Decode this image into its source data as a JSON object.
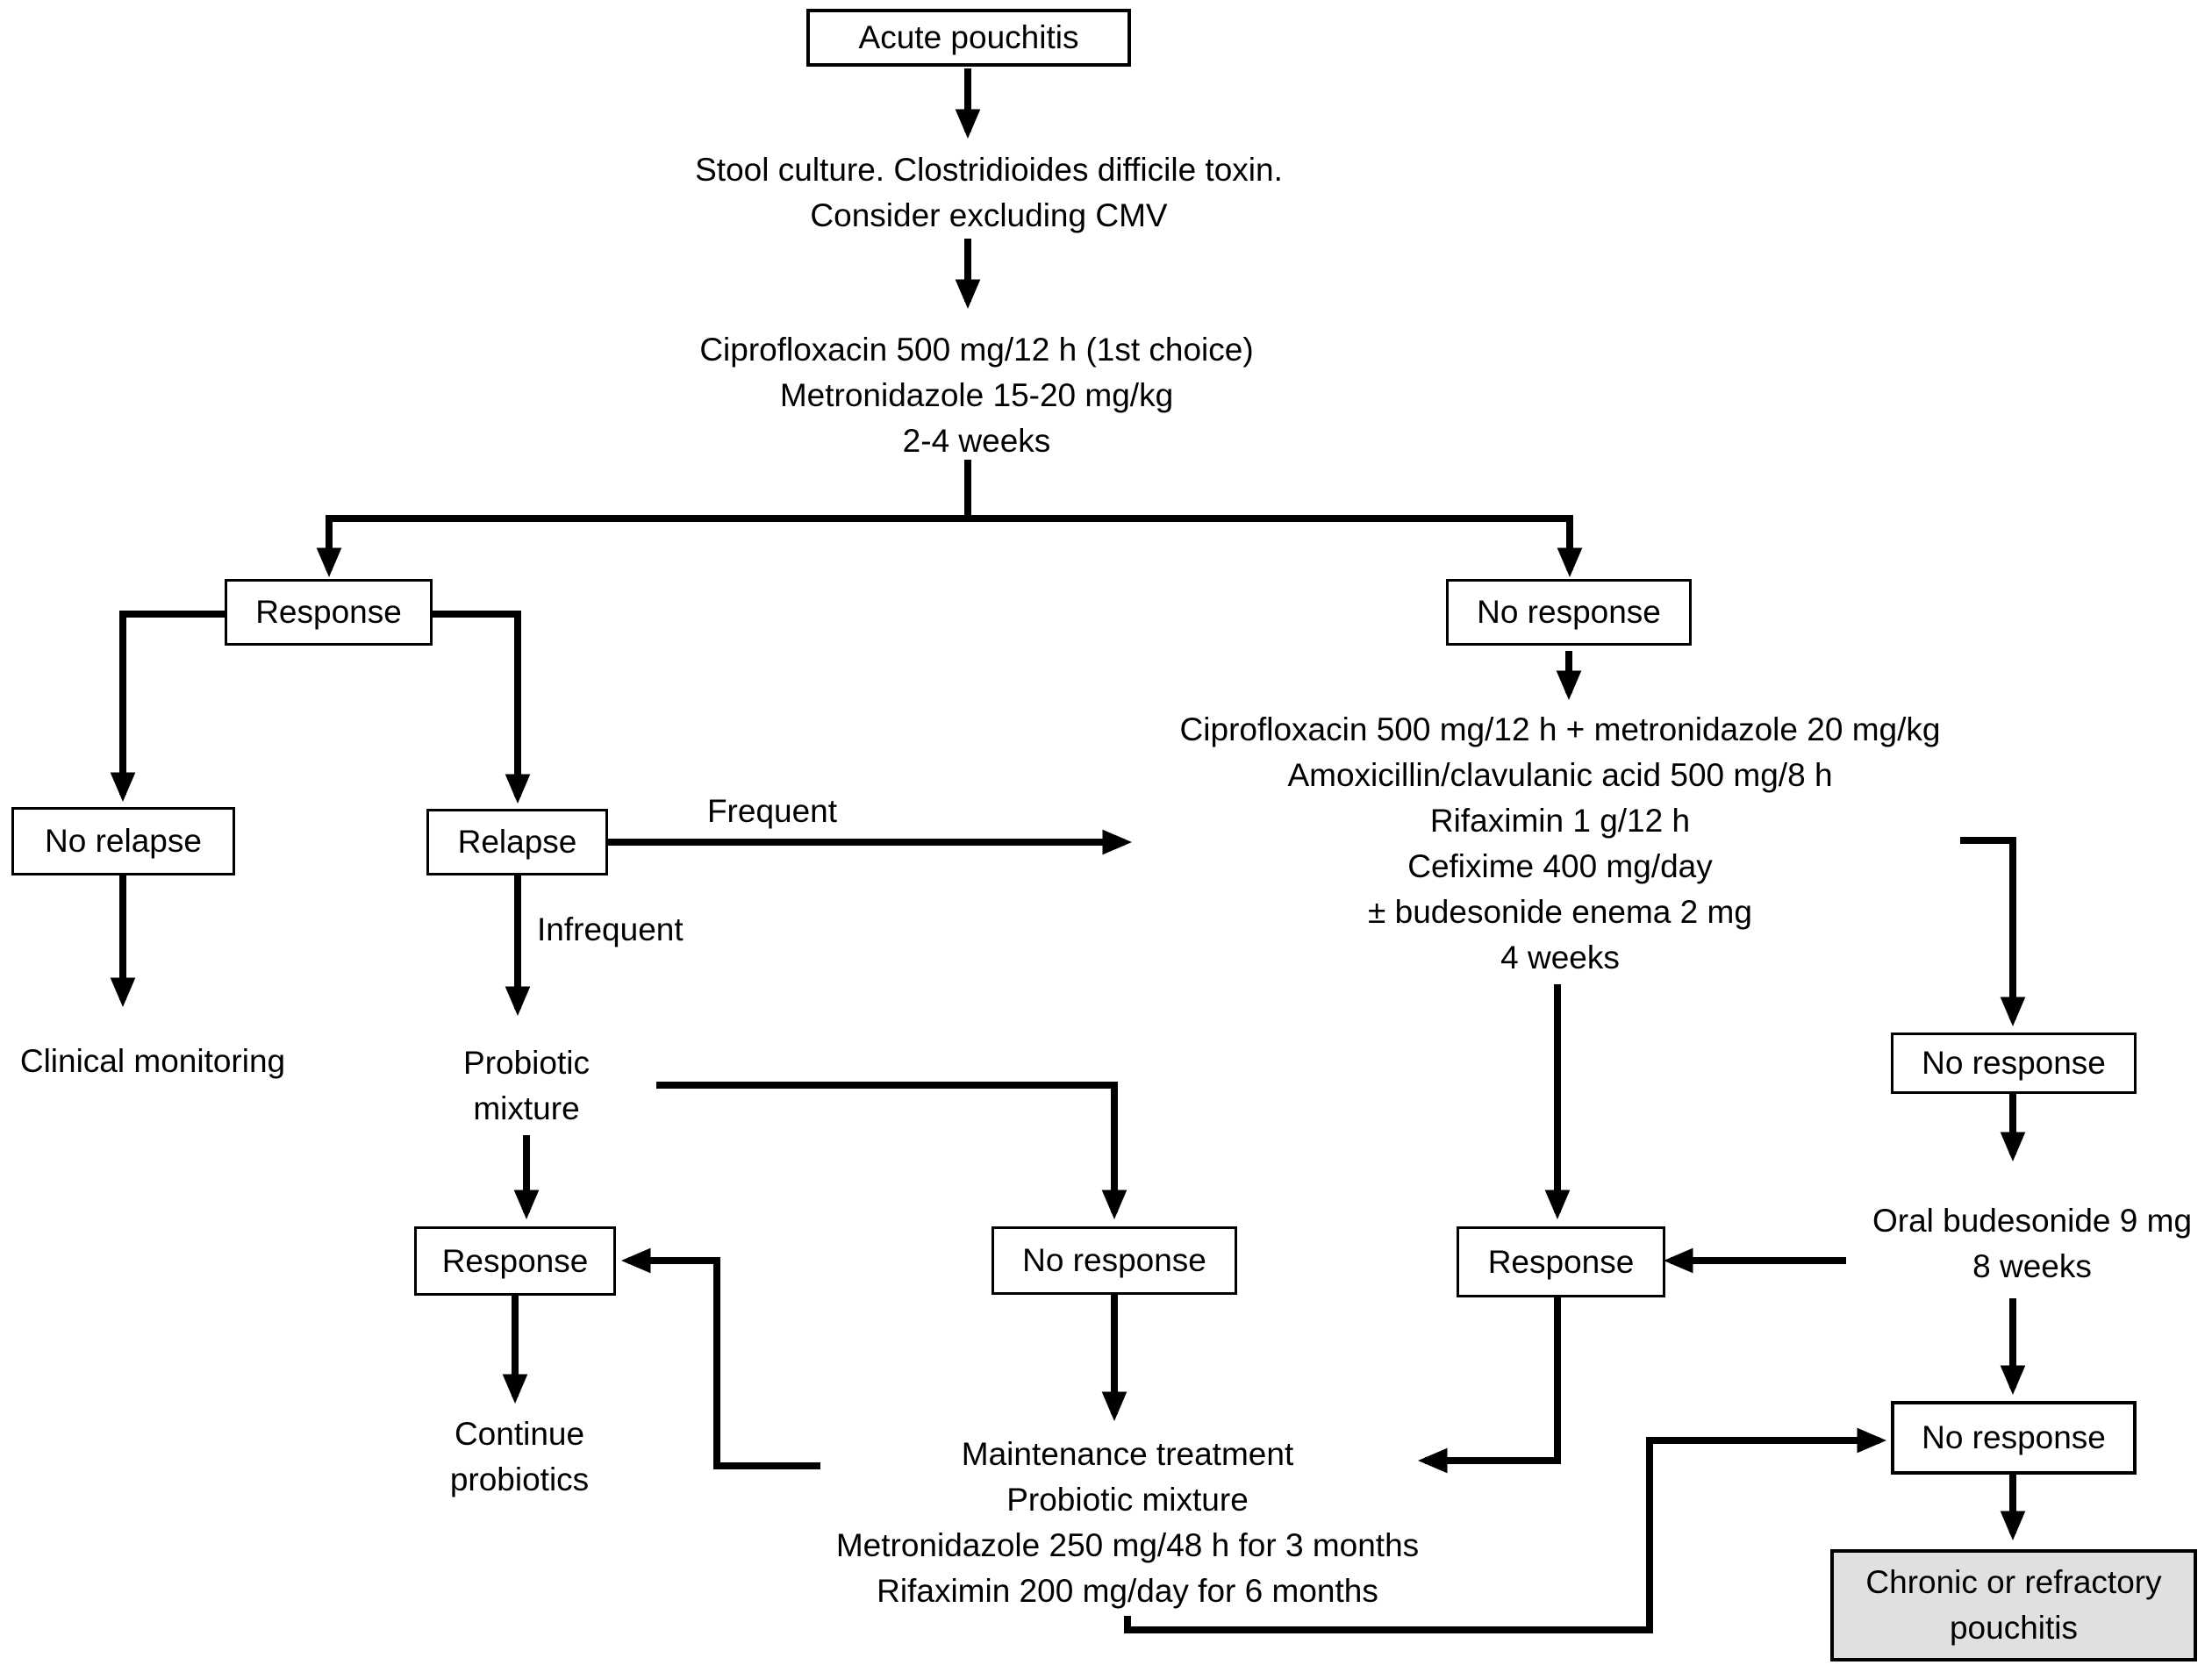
{
  "figure": {
    "background": "#ffffff",
    "line_color": "#000000",
    "box_fill": "#ffffff",
    "terminal_fill": "#e0e0e0",
    "text_color": "#000000"
  },
  "boxes": {
    "acute": {
      "label": "Acute pouchitis"
    },
    "response_top": {
      "label": "Response"
    },
    "no_response_top": {
      "label": "No response"
    },
    "no_relapse": {
      "label": "No relapse"
    },
    "relapse": {
      "label": "Relapse"
    },
    "response_probiotic": {
      "label": "Response"
    },
    "no_response_probiotic": {
      "label": "No response"
    },
    "response_antibiotic": {
      "label": "Response"
    },
    "no_response_right_upper": {
      "label": "No response"
    },
    "no_response_right_lower": {
      "label": "No response"
    },
    "chronic": {
      "lines": [
        "Chronic or refractory",
        "pouchitis"
      ]
    }
  },
  "text_blocks": {
    "workup": {
      "lines": [
        "Stool culture. Clostridioides difficile toxin.",
        "Consider excluding CMV"
      ]
    },
    "first_line_treatment": {
      "lines": [
        "Ciprofloxacin 500 mg/12 h (1st choice)",
        "Metronidazole 15-20 mg/kg",
        "2-4 weeks"
      ]
    },
    "second_line_treatment": {
      "lines": [
        "Ciprofloxacin 500 mg/12 h + metronidazole 20 mg/kg",
        "Amoxicillin/clavulanic acid 500 mg/8 h",
        "Rifaximin 1 g/12 h",
        "Cefixime 400 mg/day",
        "± budesonide enema 2 mg",
        "4 weeks"
      ]
    },
    "clinical_monitoring": {
      "lines": [
        "Clinical monitoring"
      ]
    },
    "probiotic_mixture": {
      "lines": [
        "Probiotic",
        "mixture"
      ]
    },
    "continue_probiotics": {
      "lines": [
        "Continue",
        "probiotics"
      ]
    },
    "maintenance": {
      "lines": [
        "Maintenance treatment",
        "Probiotic mixture",
        "Metronidazole 250 mg/48 h for 3 months",
        "Rifaximin 200 mg/day for 6 months"
      ]
    },
    "oral_budesonide": {
      "lines": [
        "Oral budesonide 9 mg",
        "8 weeks"
      ]
    }
  },
  "edge_labels": {
    "frequent": "Frequent",
    "infrequent": "Infrequent"
  }
}
